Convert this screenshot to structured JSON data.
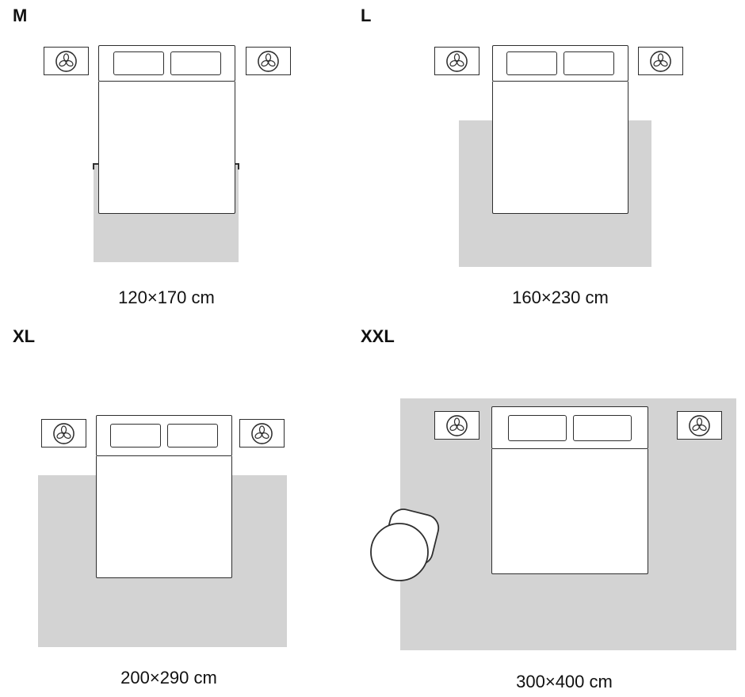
{
  "diagram": {
    "type": "rug-size-guide",
    "background": "#ffffff"
  },
  "colors": {
    "rug_fill": "#d3d3d3",
    "outline": "#2e2e2e",
    "text": "#111111"
  },
  "panels": [
    {
      "size_label": "M",
      "dimensions": "120×170 cm"
    },
    {
      "size_label": "L",
      "dimensions": "160×230 cm"
    },
    {
      "size_label": "XL",
      "dimensions": "200×290 cm"
    },
    {
      "size_label": "XXL",
      "dimensions": "300×400 cm"
    }
  ],
  "icons": {
    "plant": "plant-icon",
    "armchair": "armchair-icon"
  }
}
